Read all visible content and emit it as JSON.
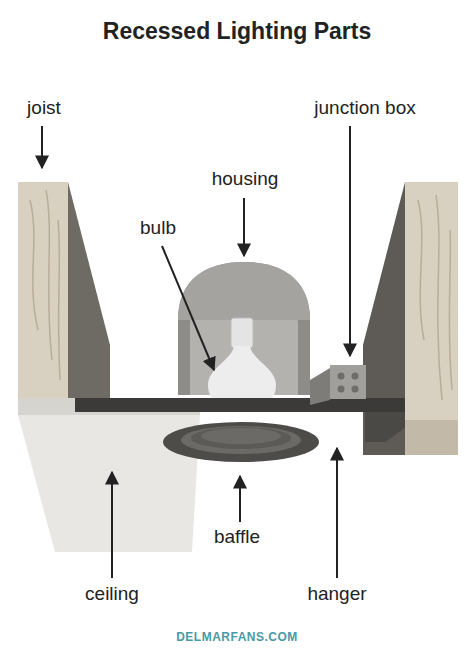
{
  "diagram": {
    "title": "Recessed Lighting Parts",
    "labels": [
      "joist",
      "junction box",
      "housing",
      "bulb",
      "baffle",
      "ceiling",
      "hanger",
      "DELMARFANS.COM"
    ]
  }
}
